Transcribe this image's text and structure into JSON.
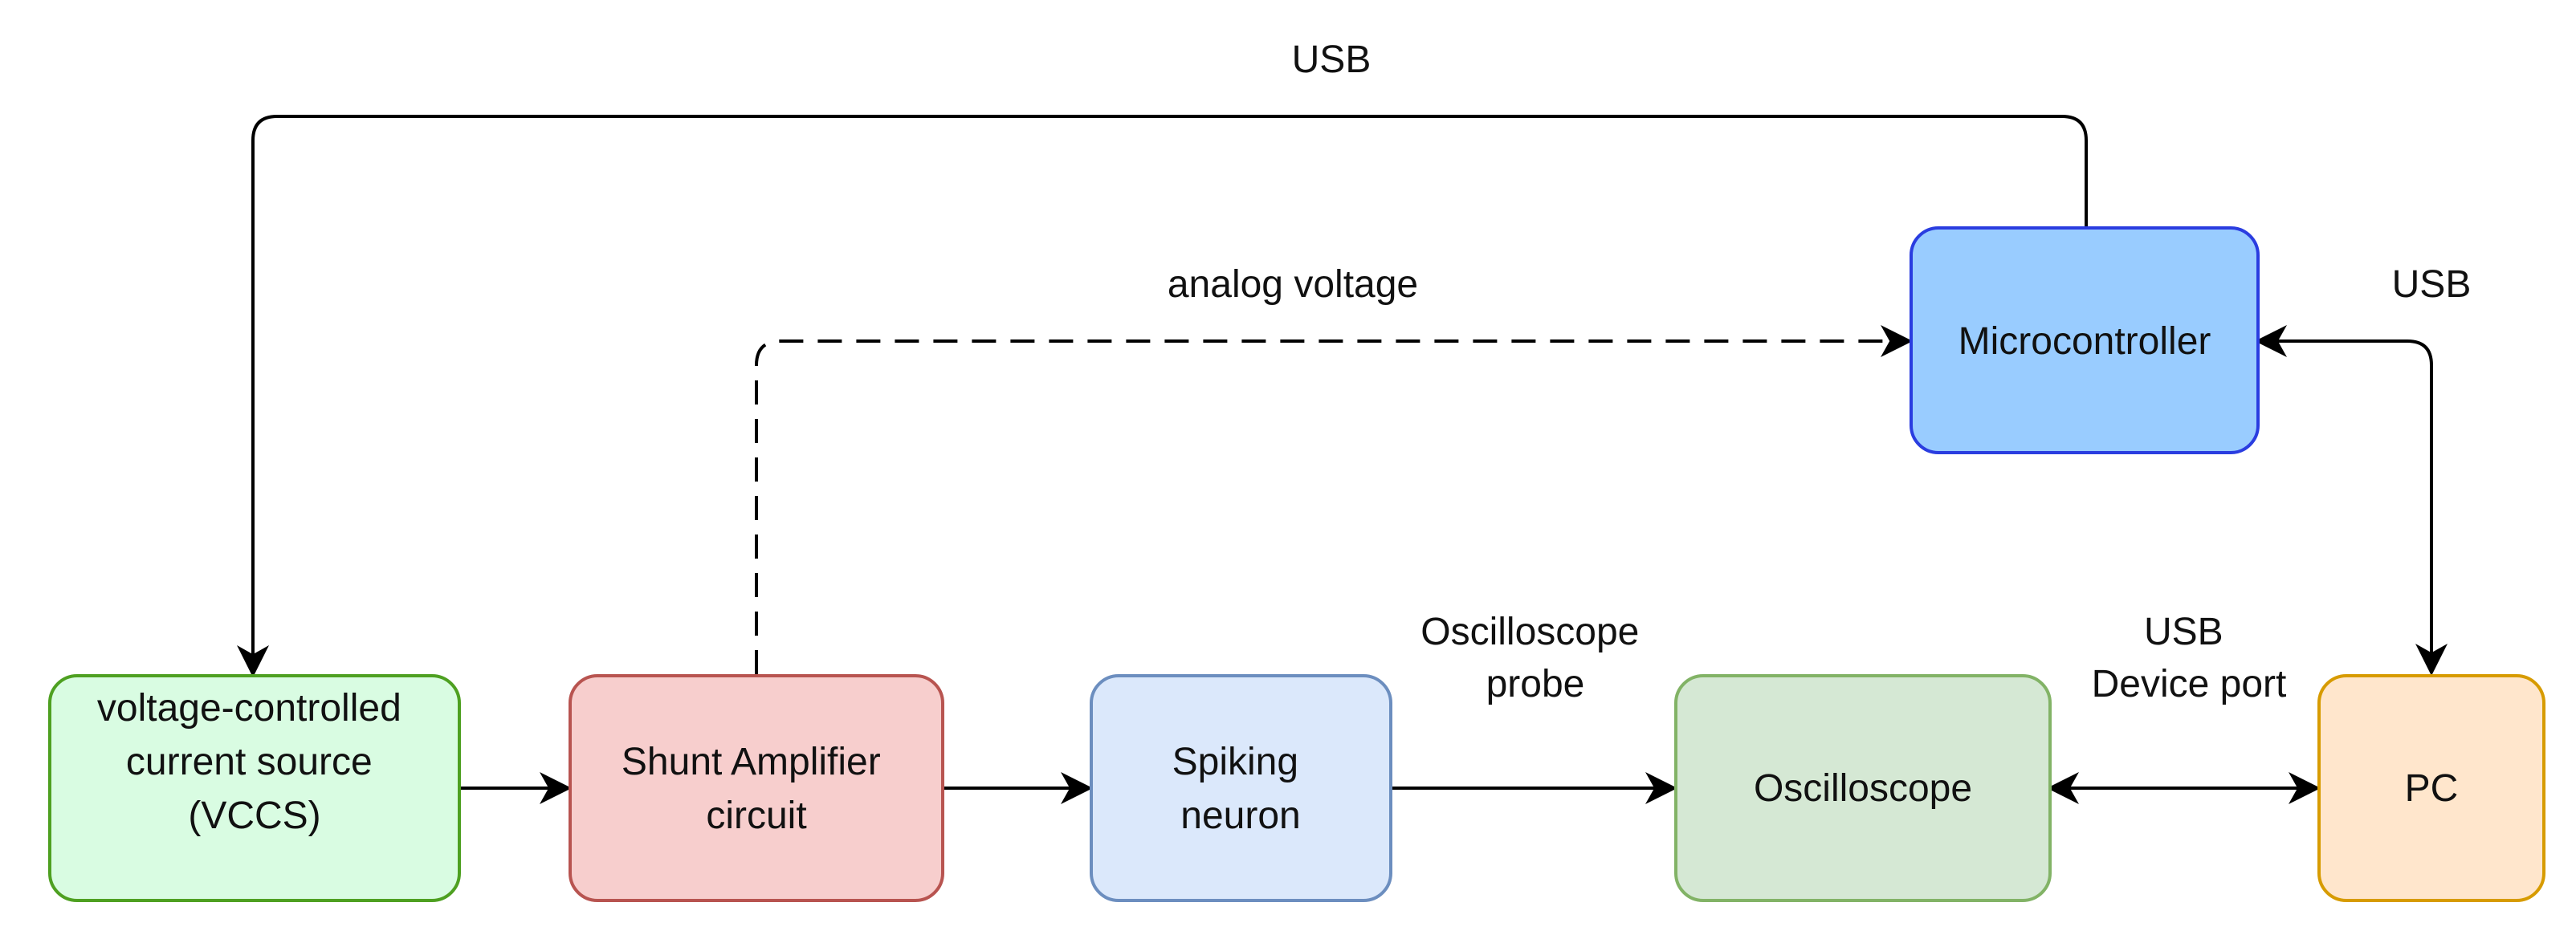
{
  "nodes": {
    "vccs": {
      "lines": [
        "voltage-controlled",
        "current source",
        "(VCCS)"
      ],
      "fill": "#d9fce2",
      "stroke": "#4ea021"
    },
    "shunt": {
      "lines": [
        "Shunt Amplifier",
        "circuit"
      ],
      "fill": "#f7cecd",
      "stroke": "#b85450"
    },
    "neuron": {
      "lines": [
        "Spiking",
        "neuron"
      ],
      "fill": "#dbe8fb",
      "stroke": "#6c8ebf"
    },
    "oscilloscope": {
      "lines": [
        "Oscilloscope"
      ],
      "fill": "#d5e8d4",
      "stroke": "#82b366"
    },
    "pc": {
      "lines": [
        "PC"
      ],
      "fill": "#ffe6cc",
      "stroke": "#d79b00"
    },
    "microcontroller": {
      "lines": [
        "Microcontroller"
      ],
      "fill": "#99ccff",
      "stroke": "#2a3de0"
    }
  },
  "edge_labels": {
    "usb_top": "USB",
    "analog_voltage": "analog voltage",
    "usb_right": "USB",
    "probe": [
      "Oscilloscope",
      "probe"
    ],
    "usb_device_port": [
      "USB",
      "Device port"
    ]
  },
  "line_color": "#000000"
}
